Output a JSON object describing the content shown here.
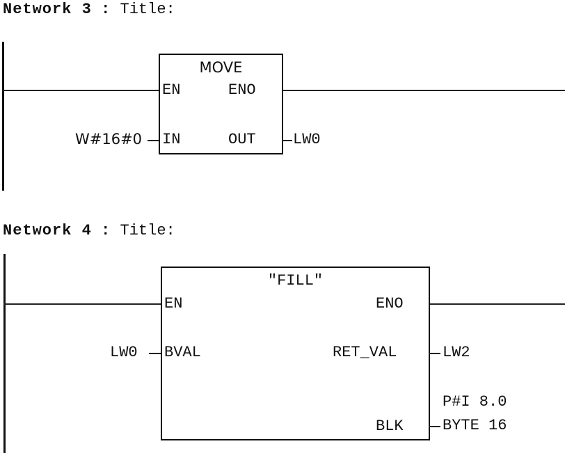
{
  "networks": [
    {
      "heading": "Network 3",
      "separator": ":",
      "title": "Title:",
      "block": {
        "name": "MOVE",
        "inputs": [
          {
            "pin": "EN",
            "operand": ""
          },
          {
            "pin": "IN",
            "operand": "W#16#0"
          }
        ],
        "outputs": [
          {
            "pin": "ENO",
            "operand": ""
          },
          {
            "pin": "OUT",
            "operand": "LW0"
          }
        ]
      }
    },
    {
      "heading": "Network 4",
      "separator": ":",
      "title": "Title:",
      "block": {
        "name": "″FILL″",
        "inputs": [
          {
            "pin": "EN",
            "operand": ""
          },
          {
            "pin": "BVAL",
            "operand": "LW0"
          }
        ],
        "outputs": [
          {
            "pin": "ENO",
            "operand": ""
          },
          {
            "pin": "RET_VAL",
            "operand": "LW2"
          },
          {
            "pin": "BLK",
            "operand_line1": "P#I 8.0",
            "operand_line2": "BYTE 16"
          }
        ]
      }
    }
  ]
}
